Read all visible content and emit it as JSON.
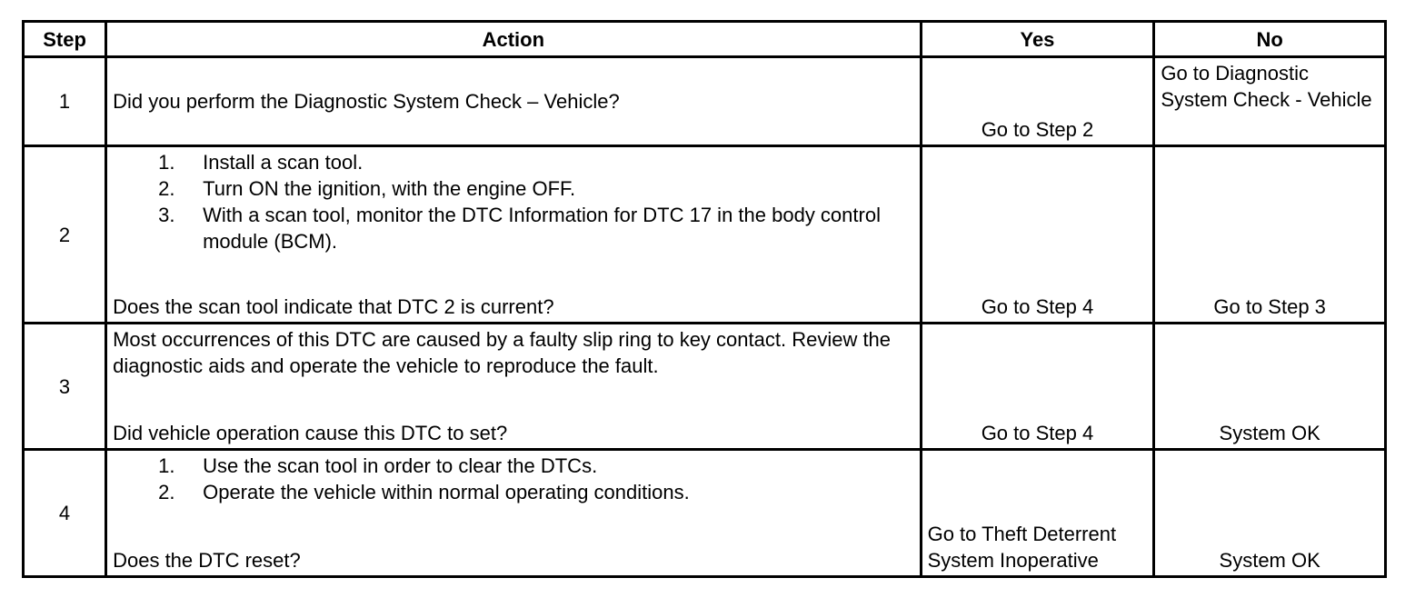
{
  "headers": {
    "step": "Step",
    "action": "Action",
    "yes": "Yes",
    "no": "No"
  },
  "rows": [
    {
      "step": "1",
      "action_question": "Did you perform the Diagnostic System Check – Vehicle?",
      "yes": "Go to Step 2",
      "no": "Go to Diagnostic System Check - Vehicle"
    },
    {
      "step": "2",
      "action_items": [
        {
          "num": "1.",
          "text": "Install a scan tool."
        },
        {
          "num": "2.",
          "text": "Turn ON the ignition, with the engine OFF."
        },
        {
          "num": "3.",
          "text": "With a scan tool, monitor the DTC Information for DTC 17 in the body control module (BCM)."
        }
      ],
      "action_question": "Does the scan tool indicate that DTC 2 is current?",
      "yes": "Go to Step 4",
      "no": "Go to Step 3"
    },
    {
      "step": "3",
      "action_paragraph": "Most occurrences of this DTC are caused by a faulty slip ring to key contact. Review the diagnostic aids and operate the vehicle to reproduce the fault.",
      "action_question": "Did vehicle operation cause this DTC to set?",
      "yes": "Go to Step 4",
      "no": "System OK"
    },
    {
      "step": "4",
      "action_items": [
        {
          "num": "1.",
          "text": "Use the scan tool in order to clear the DTCs."
        },
        {
          "num": "2.",
          "text": "Operate the vehicle within normal operating conditions."
        }
      ],
      "action_question": "Does the DTC reset?",
      "yes": "Go to Theft Deterrent System Inoperative",
      "no": "System OK"
    }
  ]
}
